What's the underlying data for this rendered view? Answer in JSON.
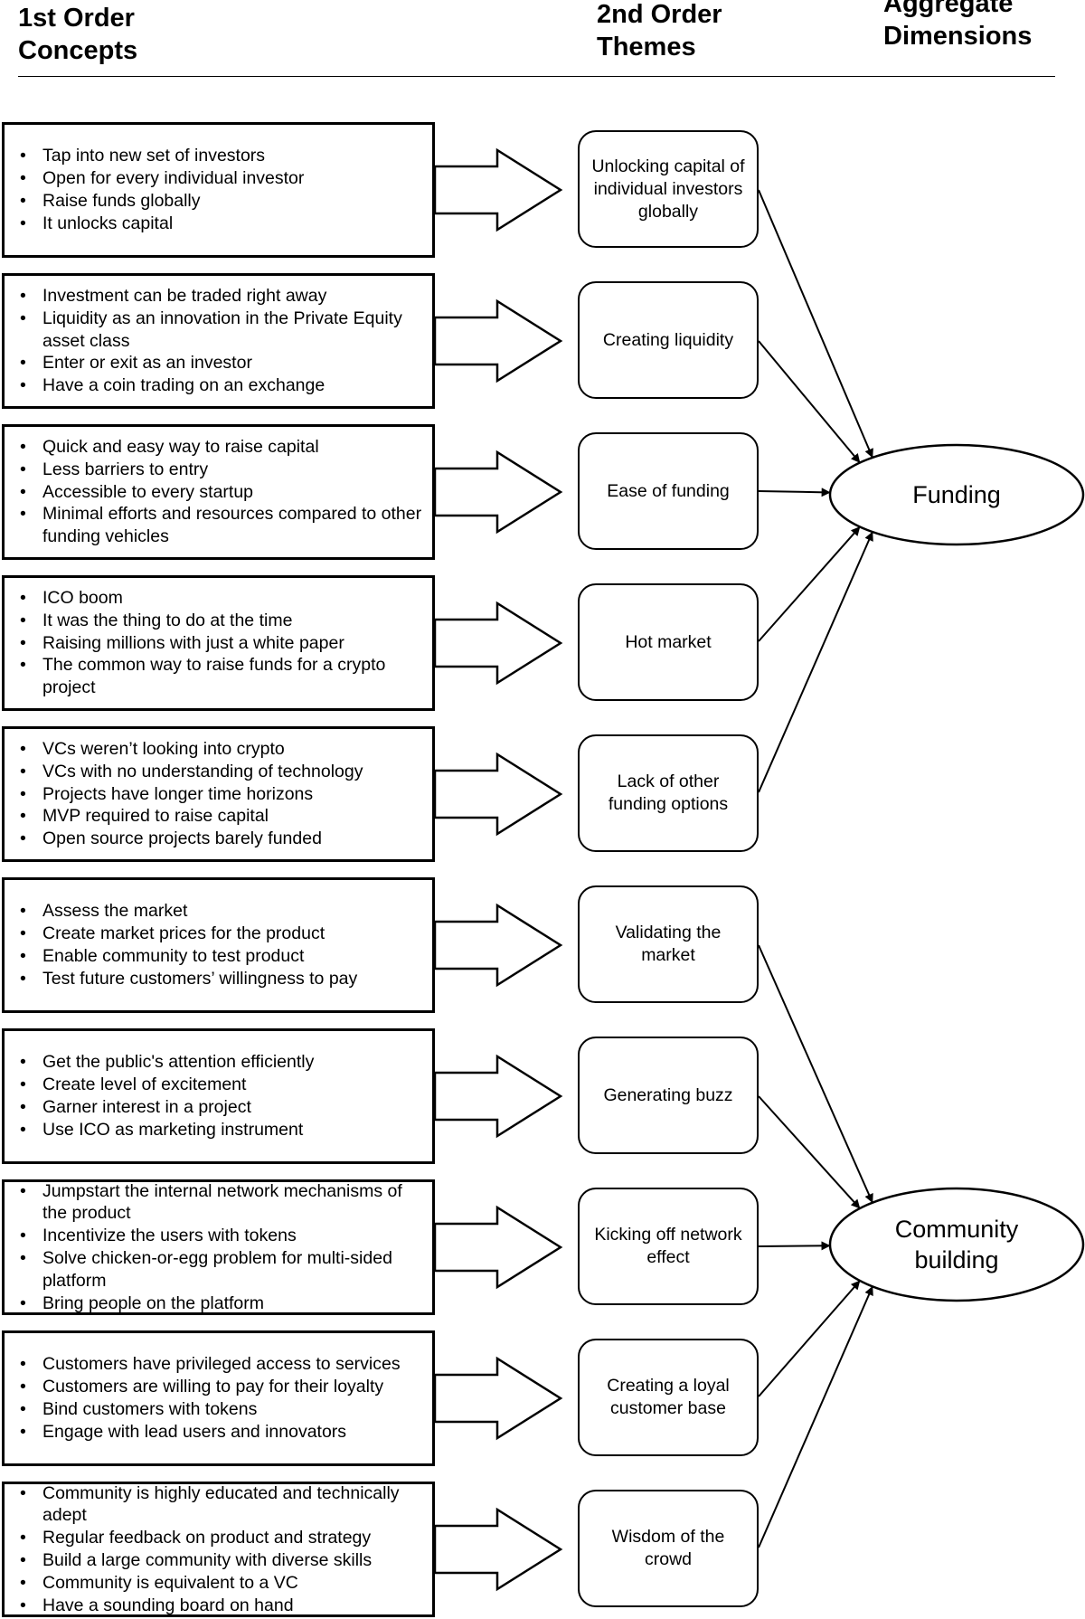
{
  "headers": {
    "first_order": [
      "1st Order",
      "Concepts"
    ],
    "second_order": [
      "2nd Order",
      "Themes"
    ],
    "aggregate": [
      "Aggregate",
      "Dimensions"
    ]
  },
  "rows": [
    {
      "concepts": [
        "Tap into new set of investors",
        "Open for every individual investor",
        "Raise funds globally",
        "It unlocks capital"
      ],
      "theme": "Unlocking capital of individual investors globally",
      "dimension": "funding"
    },
    {
      "concepts": [
        "Investment can be traded right away",
        "Liquidity as an innovation in the Private Equity asset class",
        "Enter or exit as an investor",
        "Have a coin trading on an exchange"
      ],
      "theme": "Creating liquidity",
      "dimension": "funding"
    },
    {
      "concepts": [
        "Quick and easy way to raise capital",
        "Less barriers to entry",
        "Accessible to every startup",
        "Minimal efforts and resources compared to other funding vehicles"
      ],
      "theme": "Ease of funding",
      "dimension": "funding"
    },
    {
      "concepts": [
        "ICO boom",
        "It was the thing to do at the time",
        "Raising millions with just a white paper",
        "The common way to raise funds for a crypto project"
      ],
      "theme": "Hot market",
      "dimension": "funding"
    },
    {
      "concepts": [
        "VCs weren’t looking into crypto",
        "VCs with no understanding of technology",
        "Projects have longer time horizons",
        "MVP required to raise capital",
        "Open source projects barely funded"
      ],
      "theme": "Lack of other funding options",
      "dimension": "funding"
    },
    {
      "concepts": [
        "Assess the market",
        "Create market prices for the product",
        "Enable community to test product",
        "Test future customers’ willingness to pay"
      ],
      "theme": "Validating the market",
      "dimension": "community"
    },
    {
      "concepts": [
        "Get the public's attention efficiently",
        "Create level of excitement",
        "Garner interest in a project",
        "Use ICO as marketing instrument"
      ],
      "theme": "Generating buzz",
      "dimension": "community"
    },
    {
      "concepts": [
        "Jumpstart the internal network mechanisms of the product",
        "Incentivize the users with tokens",
        "Solve chicken-or-egg problem for multi-sided platform",
        "Bring people on the platform"
      ],
      "theme": "Kicking off network effect",
      "dimension": "community"
    },
    {
      "concepts": [
        "Customers have privileged access to services",
        "Customers are willing to pay for their loyalty",
        "Bind customers with tokens",
        "Engage with lead users and innovators"
      ],
      "theme": "Creating a loyal customer base",
      "dimension": "community"
    },
    {
      "concepts": [
        "Community is highly educated and technically adept",
        "Regular feedback on product and strategy",
        "Build a large community with diverse skills",
        "Community is equivalent to a VC",
        "Have a sounding board on hand"
      ],
      "theme": "Wisdom of the crowd",
      "dimension": "community"
    }
  ],
  "dimensions": {
    "funding": [
      "Funding"
    ],
    "community": [
      "Community",
      "building"
    ]
  }
}
